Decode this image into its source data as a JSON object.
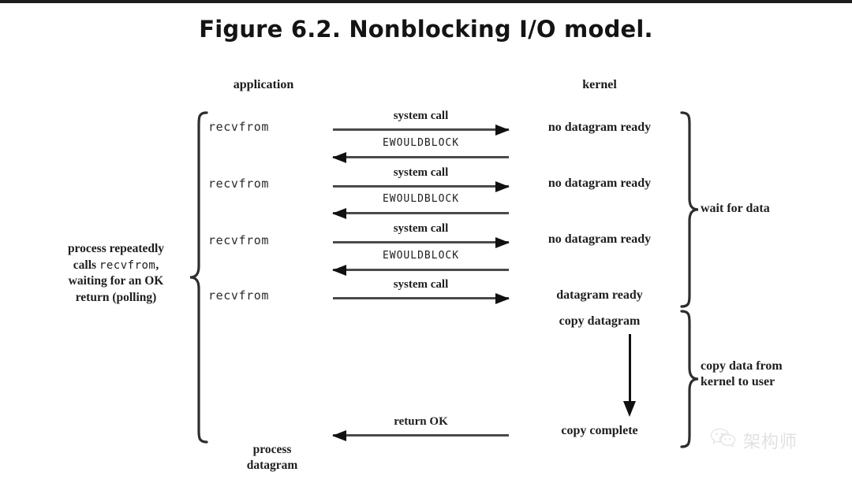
{
  "figure": {
    "title": "Figure 6.2. Nonblocking I/O model.",
    "columns": {
      "application": "application",
      "kernel": "kernel"
    }
  },
  "application_calls": [
    {
      "label": "recvfrom"
    },
    {
      "label": "recvfrom"
    },
    {
      "label": "recvfrom"
    },
    {
      "label": "recvfrom"
    }
  ],
  "messages": [
    {
      "label": "system call",
      "direction": "right"
    },
    {
      "label": "EWOULDBLOCK",
      "direction": "left"
    },
    {
      "label": "system call",
      "direction": "right"
    },
    {
      "label": "EWOULDBLOCK",
      "direction": "left"
    },
    {
      "label": "system call",
      "direction": "right"
    },
    {
      "label": "EWOULDBLOCK",
      "direction": "left"
    },
    {
      "label": "system call",
      "direction": "right"
    },
    {
      "label": "return OK",
      "direction": "left"
    }
  ],
  "kernel_states": [
    {
      "label": "no datagram ready"
    },
    {
      "label": "no datagram ready"
    },
    {
      "label": "no datagram ready"
    },
    {
      "label": "datagram ready"
    },
    {
      "label": "copy datagram"
    },
    {
      "label": "copy complete"
    }
  ],
  "braces": {
    "left_note": {
      "line1": "process repeatedly",
      "line2_prefix": "calls ",
      "line2_mono": "recvfrom",
      "line2_suffix": ",",
      "line3": "waiting for an OK",
      "line4": "return (polling)"
    },
    "wait_for_data": "wait for data",
    "copy_data": {
      "line1": "copy data from",
      "line2": "kernel to user"
    }
  },
  "process_datagram": {
    "line1": "process",
    "line2": "datagram"
  },
  "watermark": {
    "text": "架构师",
    "icon": "wechat-icon"
  },
  "colors": {
    "background": "#ffffff",
    "ink": "#1a1a1a",
    "line": "#4a4a4a",
    "arrowhead": "#111111",
    "watermark": "#c9c9c9"
  }
}
